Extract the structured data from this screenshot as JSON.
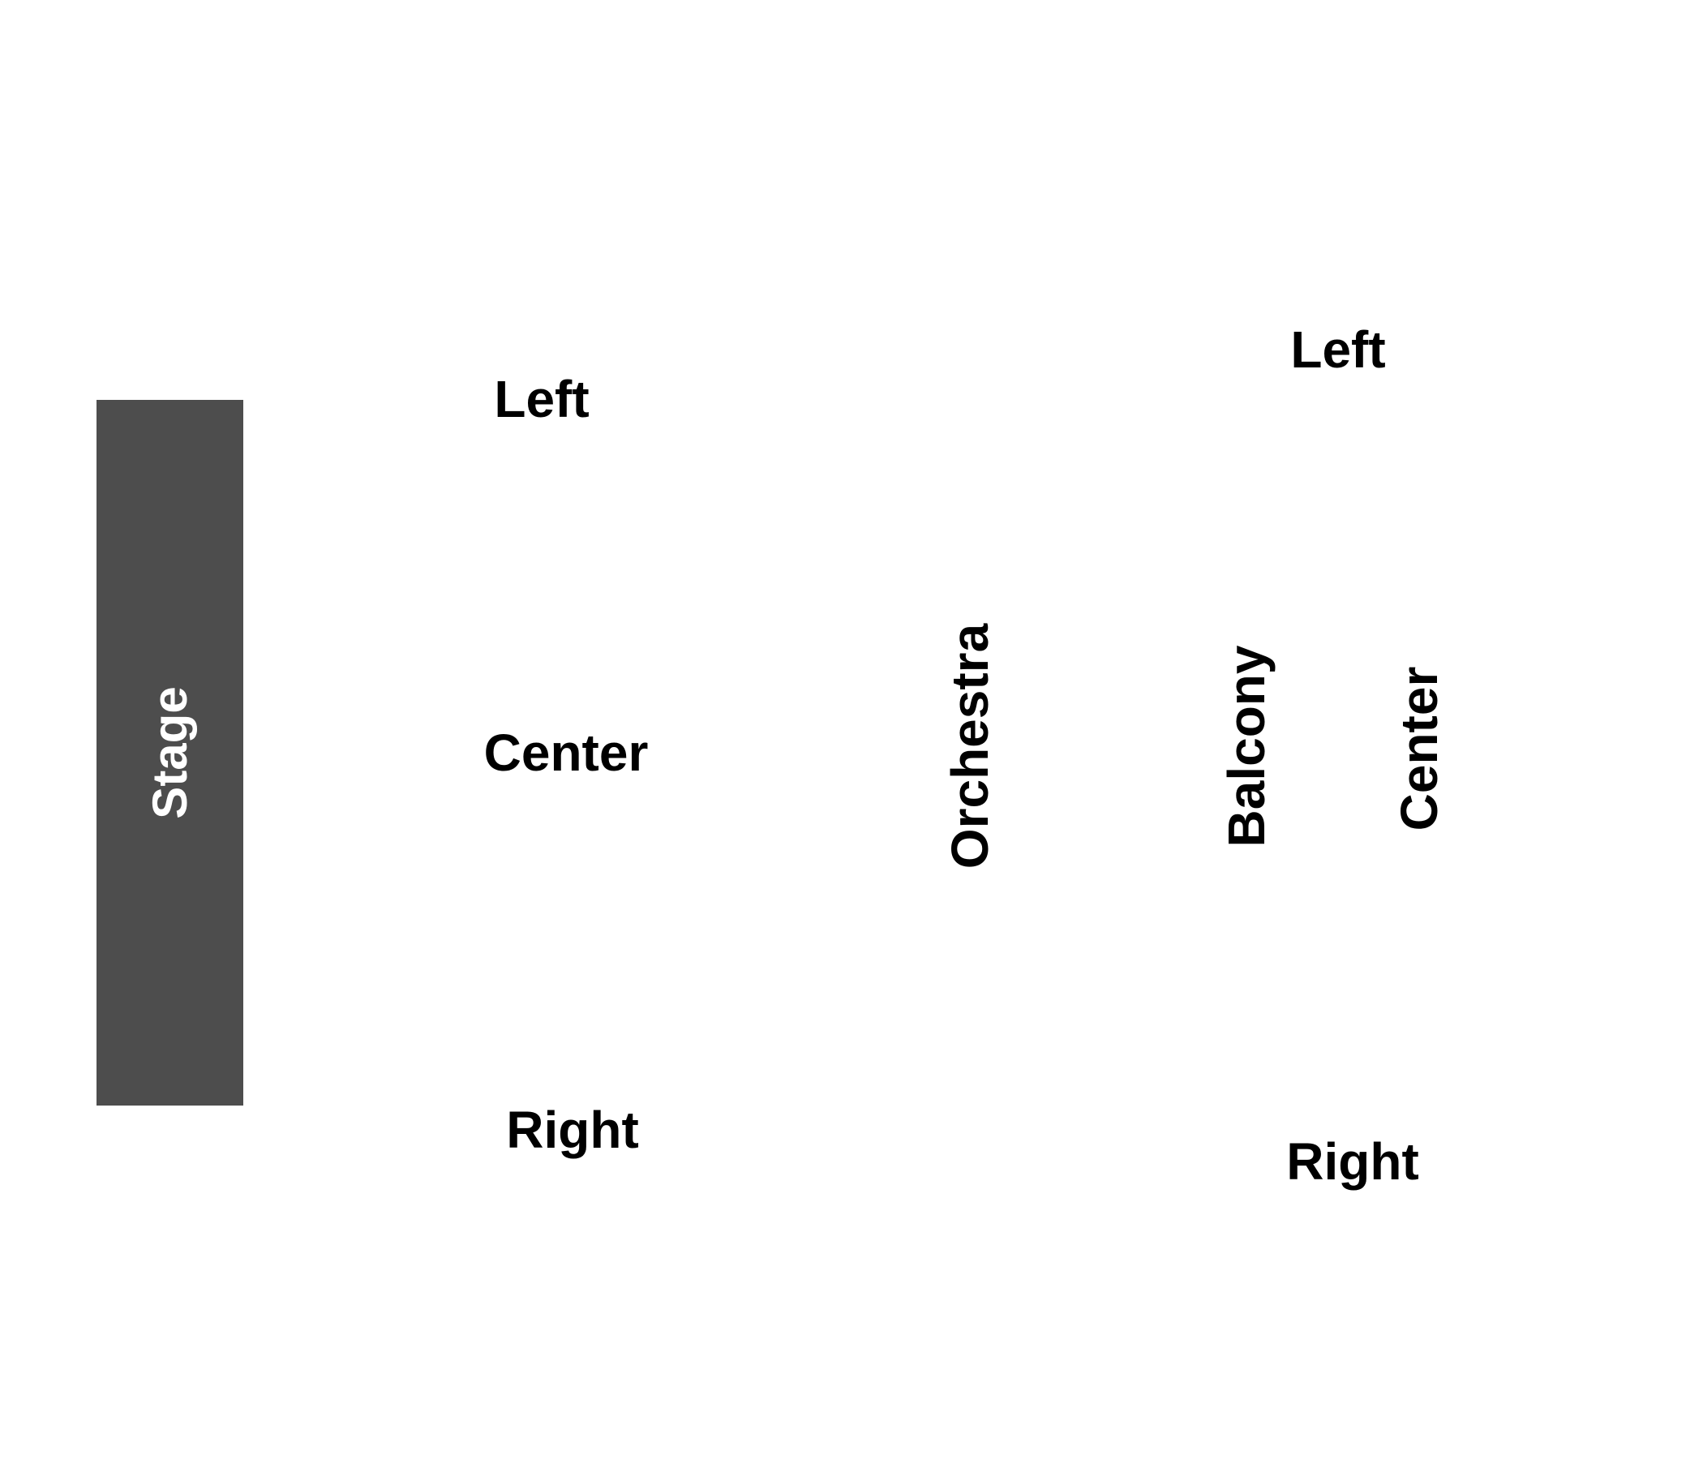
{
  "stage": {
    "label": "Stage",
    "color": "#4d4d4d"
  },
  "orchestra": {
    "label": "Orchestra",
    "sections": {
      "left": "Left",
      "center": "Center",
      "right": "Right"
    }
  },
  "balcony": {
    "label": "Balcony",
    "sections": {
      "left": "Left",
      "center": "Center",
      "right": "Right"
    }
  }
}
